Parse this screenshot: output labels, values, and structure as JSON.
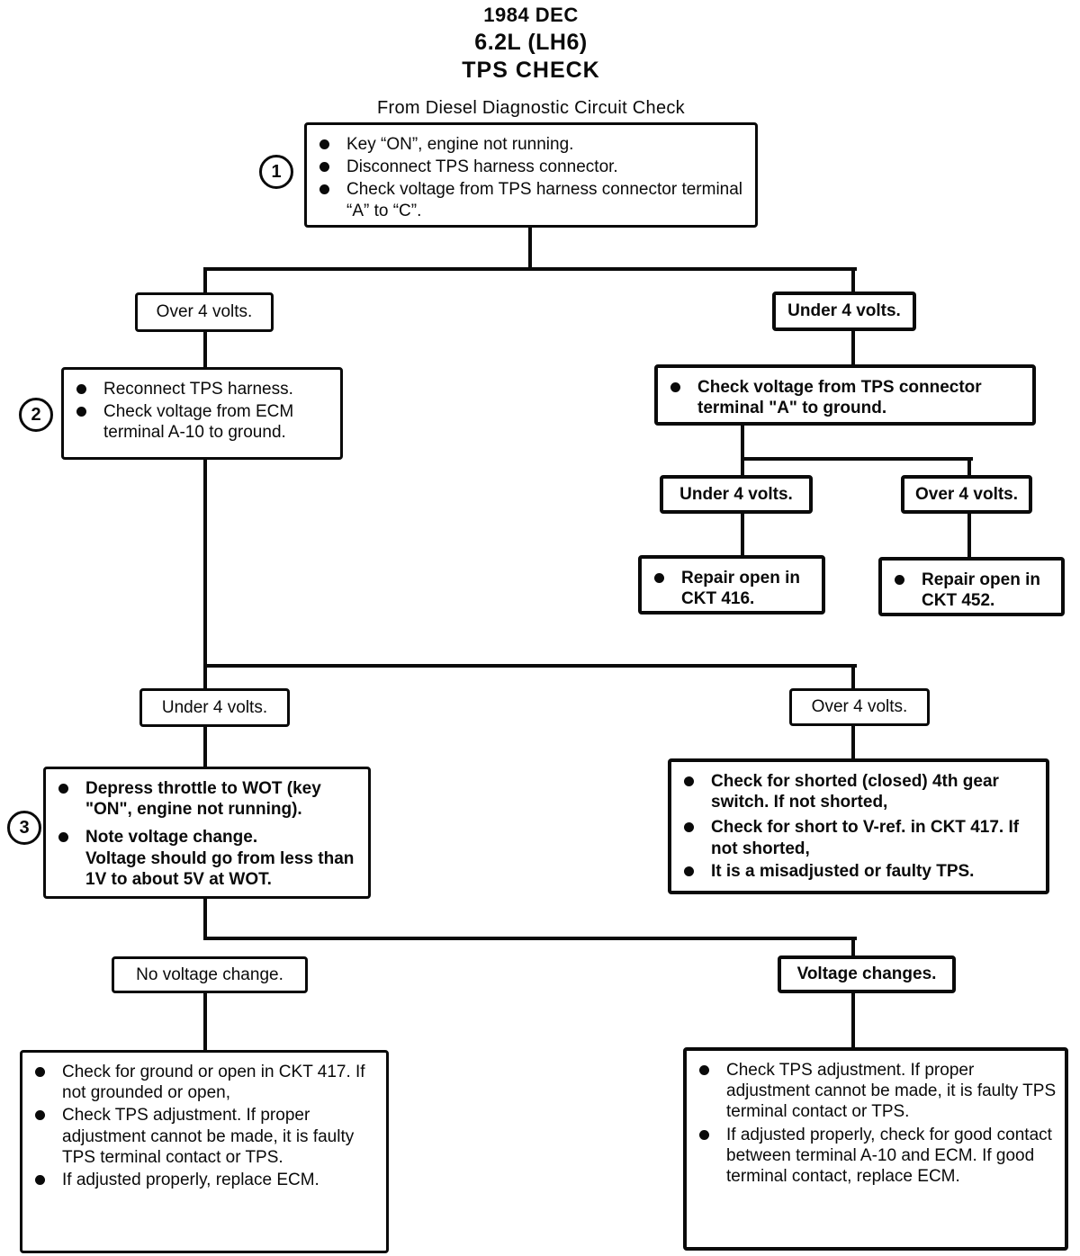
{
  "title": {
    "line1": "1984 DEC",
    "line2": "6.2L (LH6)",
    "line3": "TPS CHECK",
    "subtitle": "From Diesel Diagnostic Circuit Check"
  },
  "step_numbers": {
    "one": "1",
    "two": "2",
    "three": "3"
  },
  "branches": {
    "over_4v_1": "Over 4 volts.",
    "under_4v_1": "Under 4 volts.",
    "under_4v_2": "Under 4 volts.",
    "over_4v_2": "Over 4 volts.",
    "under_4v_3": "Under 4 volts.",
    "over_4v_3": "Over 4 volts.",
    "no_voltage_change": "No voltage change.",
    "voltage_changes": "Voltage changes."
  },
  "nodes": {
    "start": {
      "bullets": [
        "Key “ON”, engine not running.",
        "Disconnect TPS harness connector.",
        "Check voltage from TPS harness connector terminal “A” to “C”."
      ]
    },
    "reconnect_check_ecm": {
      "bullets": [
        "Reconnect TPS harness.",
        "Check voltage from ECM terminal A-10 to ground."
      ]
    },
    "check_tps_connector": {
      "bullets": [
        "Check voltage from TPS connector terminal \"A\" to ground."
      ]
    },
    "repair_ckt_416": {
      "bullets": [
        "Repair open in CKT 416."
      ]
    },
    "repair_ckt_452": {
      "bullets": [
        "Repair open in CKT 452."
      ]
    },
    "depress_throttle_wot": {
      "bullets": [
        "Depress throttle to WOT (key \"ON\", engine not running).",
        "Note voltage change.\nVoltage should go from less than 1V to about 5V at WOT."
      ]
    },
    "check_4th_gear_switch": {
      "bullets": [
        "Check for shorted (closed) 4th gear switch. If not shorted,",
        "Check for short to V-ref. in CKT 417. If not shorted,",
        "It is a misadjusted or faulty TPS."
      ]
    },
    "check_ground_open_ckt417": {
      "bullets": [
        "Check for ground or open in CKT 417. If not grounded or open,",
        "Check TPS adjustment. If proper adjustment cannot be made, it is faulty TPS terminal contact or TPS.",
        "If adjusted properly, replace ECM."
      ]
    },
    "check_tps_adjustment": {
      "bullets": [
        "Check TPS adjustment. If proper adjustment cannot be made, it is faulty TPS terminal contact or TPS.",
        "If adjusted properly, check for good contact between terminal A-10 and ECM. If good terminal contact, replace ECM."
      ]
    }
  }
}
